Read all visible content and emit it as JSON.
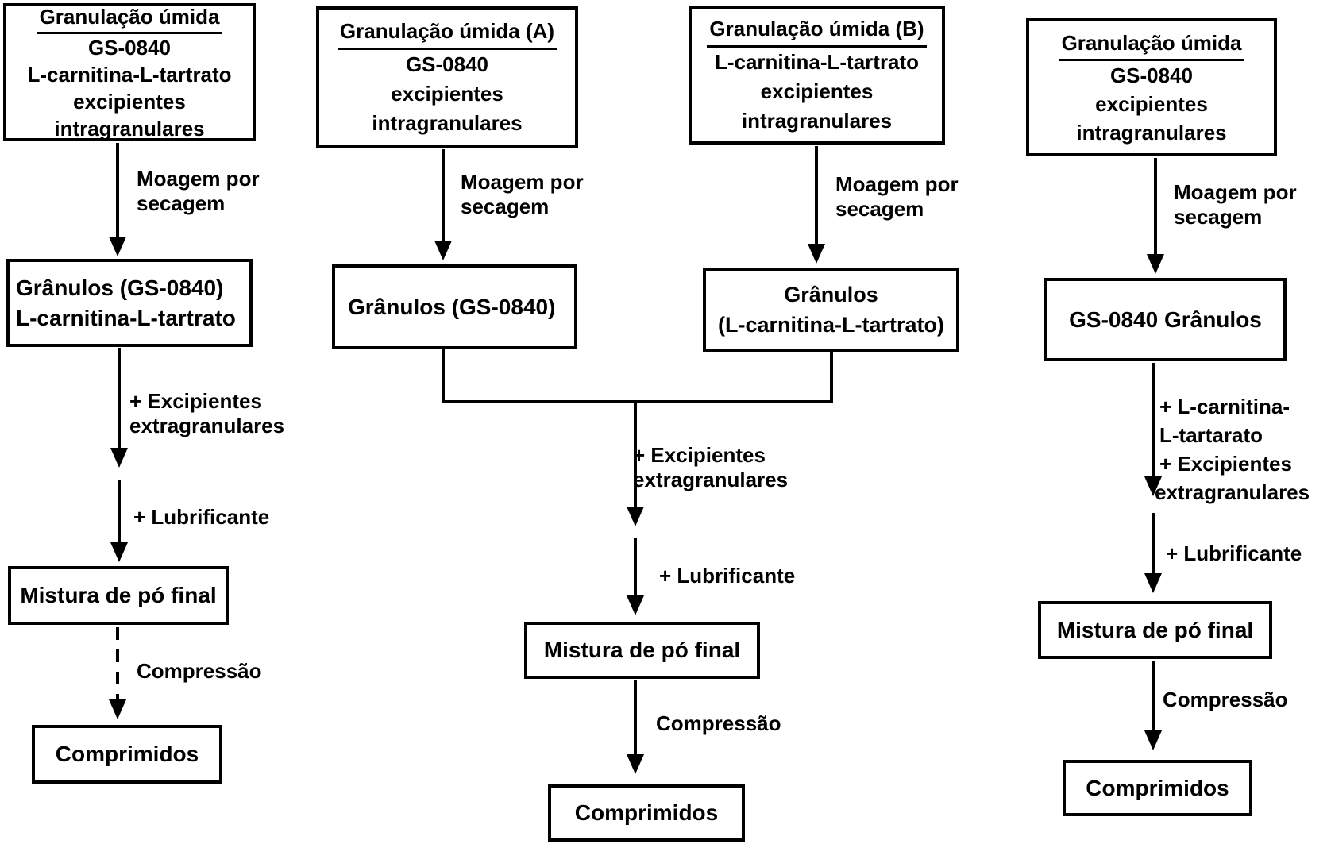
{
  "meta": {
    "background": "#ffffff",
    "ink": "#000000",
    "figure_type": "process-flowchart"
  },
  "flow1": {
    "input_box": {
      "title": "Granulação úmida",
      "line1": "GS-0840",
      "line2": "L-carnitina-L-tartrato",
      "line3": "excipientes",
      "line4": "intragranulares"
    },
    "milling_label": "Moagem por secagem",
    "granules_box": {
      "line1": "Grânulos (GS-0840)",
      "line2": "L-carnitina-L-tartrato"
    },
    "excipients_label": "+ Excipientes extragranulares",
    "lubricant_label": "+ Lubrificante",
    "blend_box": "Mistura de pó final",
    "compression_label": "Compressão",
    "tablets_box": "Comprimidos"
  },
  "flow2": {
    "input_box": {
      "title": "Granulação úmida (A)",
      "line1": "GS-0840",
      "line2": "excipientes",
      "line3": "intragranulares"
    },
    "milling_label": "Moagem por secagem",
    "granules_box": "Grânulos (GS-0840)"
  },
  "flow3": {
    "input_box": {
      "title": "Granulação úmida (B)",
      "line1": "L-carnitina-L-tartrato",
      "line2": "excipientes",
      "line3": "intragranulares"
    },
    "milling_label": "Moagem por secagem",
    "granules_box": {
      "line1": "Grânulos",
      "line2": "(L-carnitina-L-tartrato)"
    }
  },
  "flow23_merged": {
    "excipients_label": "+ Excipientes extragranulares",
    "lubricant_label": "+ Lubrificante",
    "blend_box": "Mistura de pó final",
    "compression_label": "Compressão",
    "tablets_box": "Comprimidos"
  },
  "flow4": {
    "input_box": {
      "title": "Granulação úmida",
      "line1": "GS-0840",
      "line2": "excipientes",
      "line3": "intragranulares"
    },
    "milling_label": "Moagem por secagem",
    "granules_box": "GS-0840 Grânulos",
    "additions": {
      "line1": "+ L-carnitina-",
      "line2": "L-tartarato",
      "line3": "+ Excipientes",
      "line4": "extragranulares"
    },
    "lubricant_label": "+ Lubrificante",
    "blend_box": "Mistura de pó final",
    "compression_label": "Compressão",
    "tablets_box": "Comprimidos"
  }
}
